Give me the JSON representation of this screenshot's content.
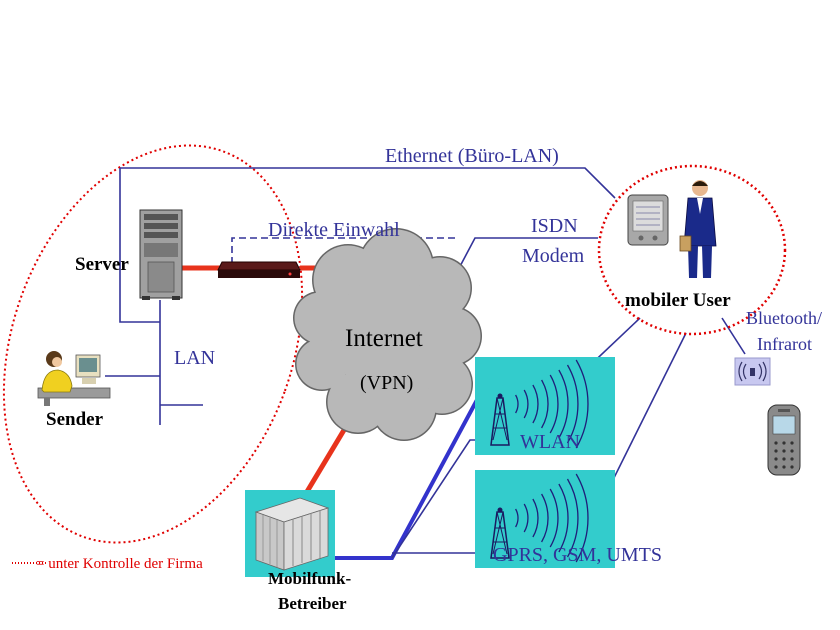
{
  "diagram": {
    "labels": {
      "ethernet": "Ethernet (Büro-LAN)",
      "direct_dial": "Direkte Einwahl",
      "isdn": "ISDN",
      "modem": "Modem",
      "server": "Server",
      "lan": "LAN",
      "sender": "Sender",
      "internet": "Internet",
      "vpn": "(VPN)",
      "mobile_user": "mobiler User",
      "bluetooth": "Bluetooth/",
      "infrared": "Infrarot",
      "wlan": "WLAN",
      "gprs": "GPRS, GSM, UMTS",
      "operator_line1": "Mobilfunk-",
      "operator_line2": "Betreiber"
    },
    "legend": {
      "text": "= unter Kontrolle der Firma"
    },
    "colors": {
      "wire": "#333399",
      "thick_wire": "#3333cc",
      "red_link": "#e8331c",
      "control_boundary": "#e00000",
      "radio_box": "#33cccc",
      "cloud": "#b8b8b8"
    },
    "icons": [
      "server-icon",
      "sender-workstation-icon",
      "modem-icon",
      "internet-cloud",
      "pda-icon",
      "businessman-icon",
      "wlan-tower-icon",
      "gprs-tower-icon",
      "mobile-operator-racks-icon",
      "bluetooth-infrared-icon",
      "mobile-phone-icon"
    ]
  }
}
